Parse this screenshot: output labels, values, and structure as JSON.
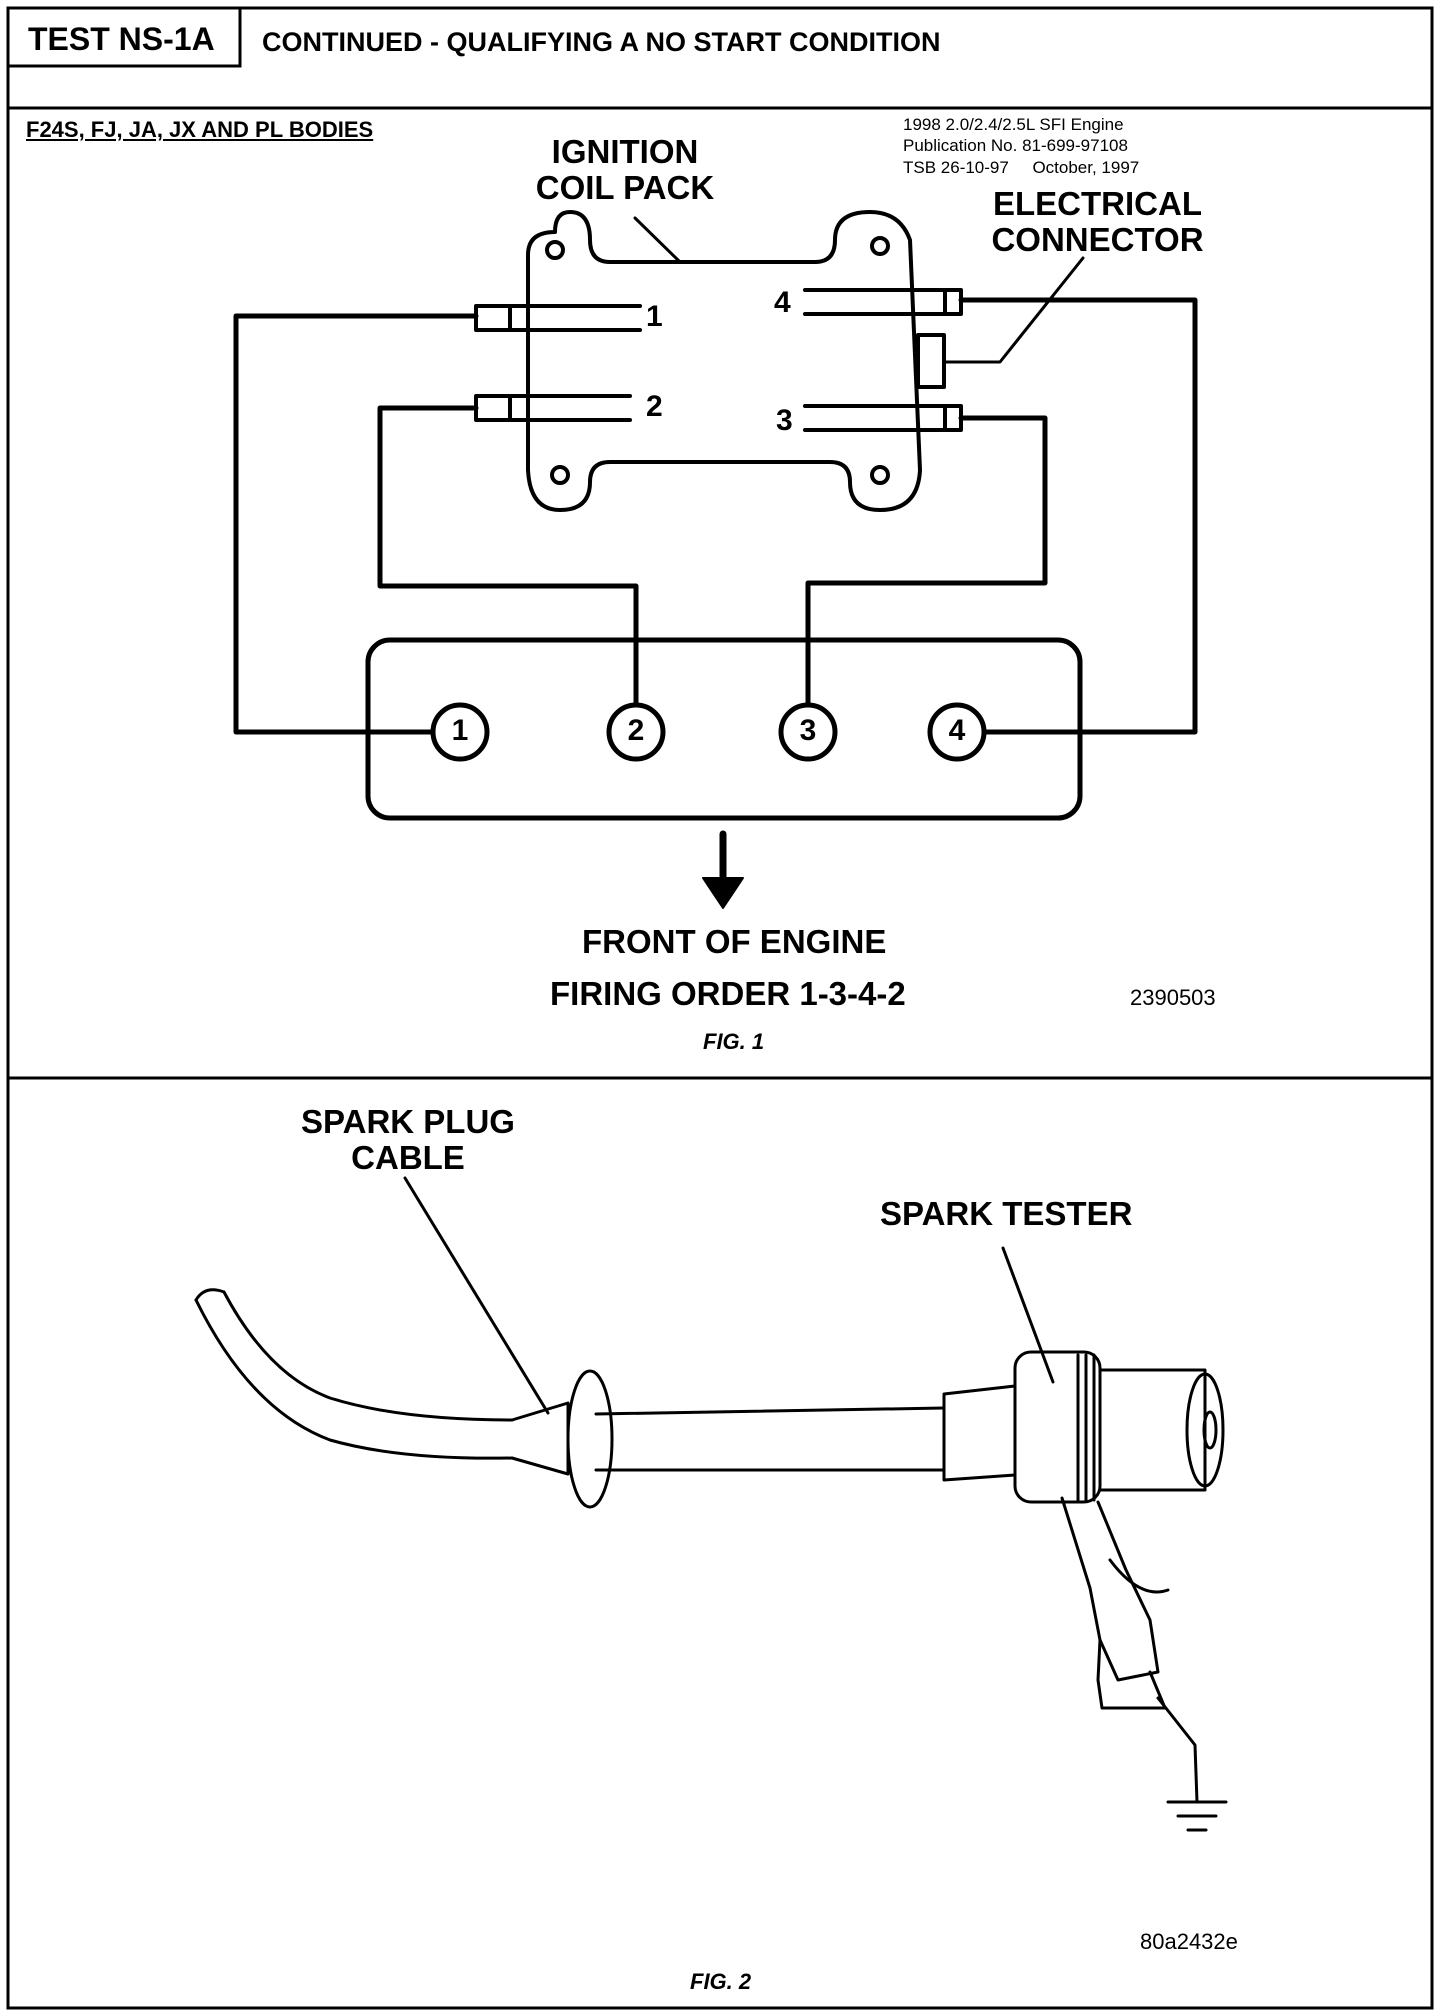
{
  "header": {
    "test_id": "TEST NS-1A",
    "title": "CONTINUED - QUALIFYING A NO START CONDITION"
  },
  "fig1": {
    "bodies_label": "F24S, FJ, JA, JX AND PL BODIES",
    "pub_info": [
      "1998 2.0/2.4/2.5L SFI Engine",
      "Publication No. 81-699-97108",
      "TSB 26-10-97     October, 1997"
    ],
    "coil_pack_label": [
      "IGNITION",
      "COIL PACK"
    ],
    "connector_label": [
      "ELECTRICAL",
      "CONNECTOR"
    ],
    "coil_terminals": [
      "1",
      "2",
      "4",
      "3"
    ],
    "cylinders": [
      "1",
      "2",
      "3",
      "4"
    ],
    "front_label": "FRONT OF ENGINE",
    "firing_order": "FIRING ORDER 1-3-4-2",
    "ref_code": "2390503",
    "caption": "FIG. 1"
  },
  "fig2": {
    "cable_label": [
      "SPARK PLUG",
      "CABLE"
    ],
    "tester_label": "SPARK TESTER",
    "ref_code": "80a2432e",
    "caption": "FIG. 2"
  }
}
